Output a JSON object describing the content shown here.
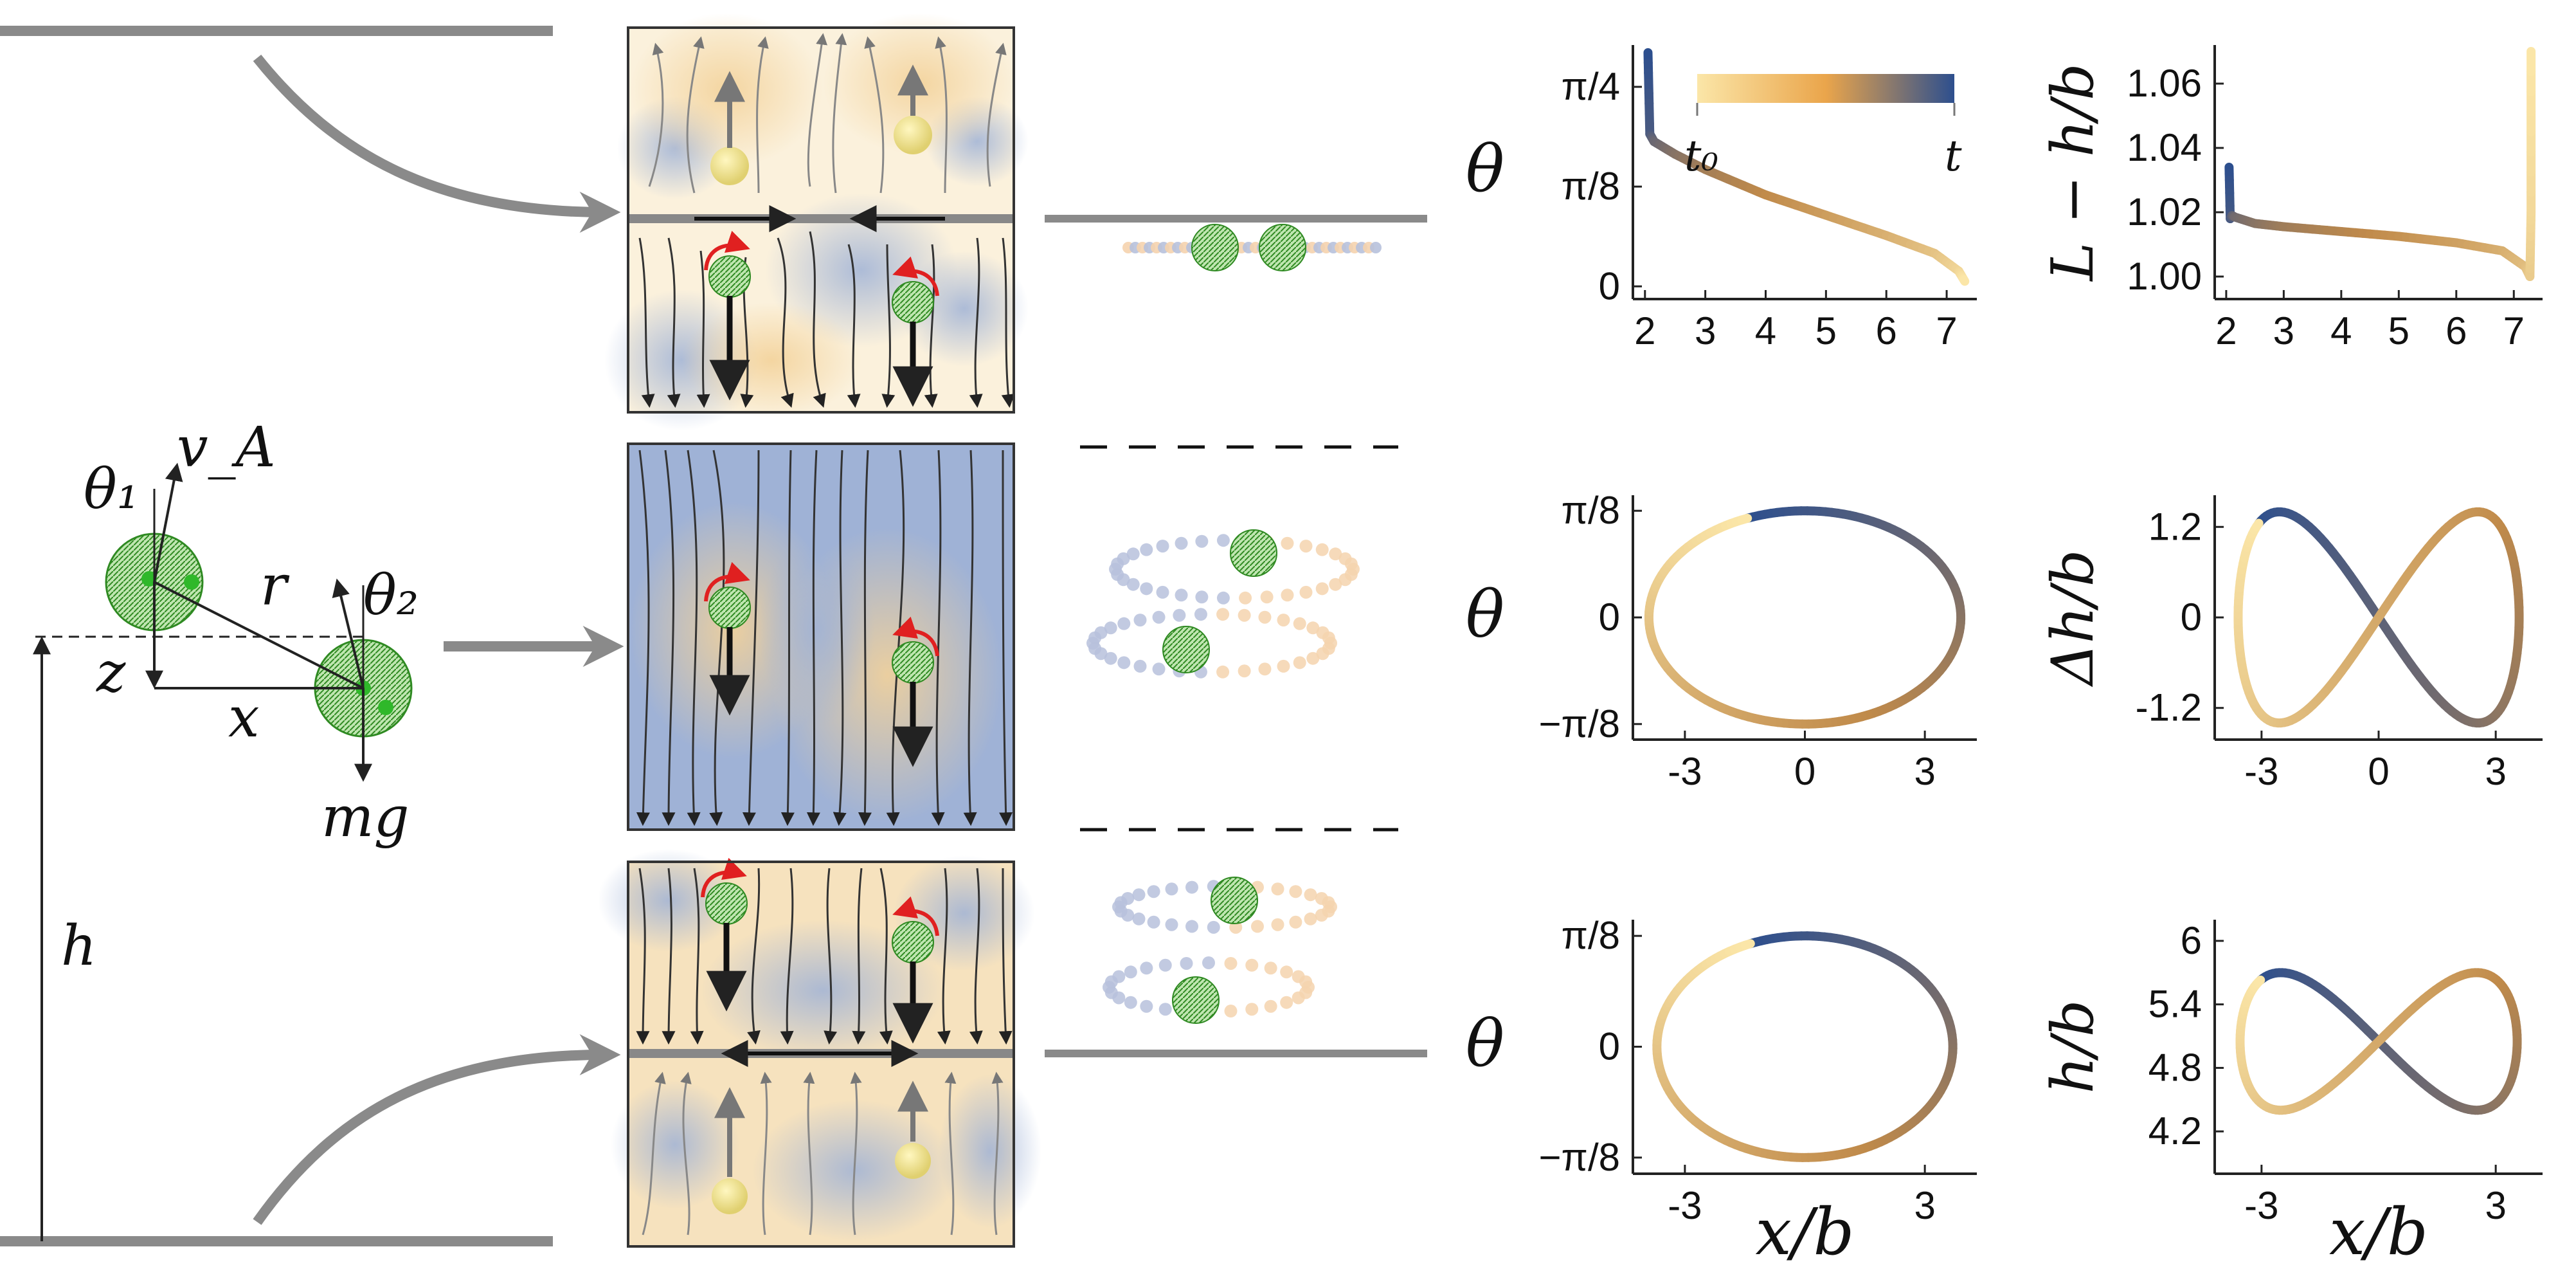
{
  "schematic": {
    "theta1": "θ₁",
    "vA": "v_A",
    "r": "r",
    "theta2": "θ₂",
    "z": "z",
    "x": "x",
    "mg": "mg",
    "h": "h"
  },
  "colorbar": {
    "start": "t₀",
    "end": "t"
  },
  "colors": {
    "early": "#2d4f8e",
    "mid": "#c08a4a",
    "late": "#fbe6a8",
    "wall": "#8a8a8a",
    "particle": "#3a9a2a",
    "rotation": "#e02020"
  },
  "chart_data": [
    {
      "type": "line",
      "row": 1,
      "col": 1,
      "ylabel": "θ",
      "xlabel": "",
      "xlim": [
        1.8,
        7.5
      ],
      "ylim": [
        -0.05,
        0.95
      ],
      "xticks": [
        2,
        3,
        4,
        5,
        6,
        7
      ],
      "xtick_labels": [
        "2",
        "3",
        "4",
        "5",
        "6",
        "7"
      ],
      "yticks": [
        0,
        0.3927,
        0.7854
      ],
      "ytick_labels": [
        "0",
        "π/8",
        "π/4"
      ],
      "x": [
        2.05,
        2.08,
        2.15,
        2.5,
        3.0,
        4.0,
        5.0,
        6.0,
        6.8,
        7.2,
        7.3
      ],
      "y": [
        0.92,
        0.6,
        0.57,
        0.52,
        0.46,
        0.36,
        0.28,
        0.2,
        0.13,
        0.06,
        0.02
      ]
    },
    {
      "type": "line",
      "row": 1,
      "col": 2,
      "ylabel": "L − h/b",
      "xlabel": "",
      "xlim": [
        1.8,
        7.5
      ],
      "ylim": [
        0.993,
        1.072
      ],
      "xticks": [
        2,
        3,
        4,
        5,
        6,
        7
      ],
      "xtick_labels": [
        "2",
        "3",
        "4",
        "5",
        "6",
        "7"
      ],
      "yticks": [
        1.0,
        1.02,
        1.04,
        1.06
      ],
      "ytick_labels": [
        "1.00",
        "1.02",
        "1.04",
        "1.06"
      ],
      "x": [
        2.05,
        2.07,
        2.1,
        2.15,
        2.5,
        3,
        4,
        5,
        6,
        6.8,
        7.2,
        7.28,
        7.3,
        7.3
      ],
      "y": [
        1.034,
        1.018,
        1.019,
        1.0185,
        1.0165,
        1.0155,
        1.014,
        1.0125,
        1.0105,
        1.008,
        1.003,
        1.0,
        1.02,
        1.07
      ]
    },
    {
      "type": "line",
      "row": 2,
      "col": 1,
      "ylabel": "θ",
      "xlabel": "",
      "xlim": [
        -4.3,
        4.3
      ],
      "ylim": [
        -0.45,
        0.45
      ],
      "xticks": [
        -3,
        0,
        3
      ],
      "xtick_labels": [
        "-3",
        "0",
        "3"
      ],
      "yticks": [
        -0.3927,
        0,
        0.3927
      ],
      "ytick_labels": [
        "−π/8",
        "0",
        "π/8"
      ],
      "shape": "ellipse",
      "x_amp": 3.9,
      "y_amp": 0.3927
    },
    {
      "type": "line",
      "row": 2,
      "col": 2,
      "ylabel": "Δh/b",
      "xlabel": "",
      "xlim": [
        -4.2,
        4.2
      ],
      "ylim": [
        -1.62,
        1.62
      ],
      "xticks": [
        -3,
        0,
        3
      ],
      "xtick_labels": [
        "-3",
        "0",
        "3"
      ],
      "yticks": [
        -1.2,
        0,
        1.2
      ],
      "ytick_labels": [
        "-1.2",
        "0",
        "1.2"
      ],
      "shape": "figure-eight",
      "x_amp": 3.6,
      "y_amp": 1.4
    },
    {
      "type": "line",
      "row": 3,
      "col": 1,
      "ylabel": "θ",
      "xlabel": "x/b",
      "xlim": [
        -4.3,
        4.3
      ],
      "ylim": [
        -0.45,
        0.45
      ],
      "xticks": [
        -3,
        3
      ],
      "xtick_labels": [
        "-3",
        "3"
      ],
      "yticks": [
        -0.3927,
        0,
        0.3927
      ],
      "ytick_labels": [
        "−π/8",
        "0",
        "π/8"
      ],
      "shape": "ellipse",
      "x_amp": 3.7,
      "y_amp": 0.3927
    },
    {
      "type": "line",
      "row": 3,
      "col": 2,
      "ylabel": "h/b",
      "xlabel": "x/b",
      "xlim": [
        -4.2,
        4.2
      ],
      "ylim": [
        3.8,
        6.2
      ],
      "xticks": [
        -3,
        3
      ],
      "xtick_labels": [
        "-3",
        "3"
      ],
      "yticks": [
        4.2,
        4.8,
        5.4,
        6.0
      ],
      "ytick_labels": [
        "4.2",
        "4.8",
        "5.4",
        "6"
      ],
      "shape": "figure-eight",
      "x_amp": 3.55,
      "y_amp": 0.65,
      "y_center": 5.05
    }
  ]
}
